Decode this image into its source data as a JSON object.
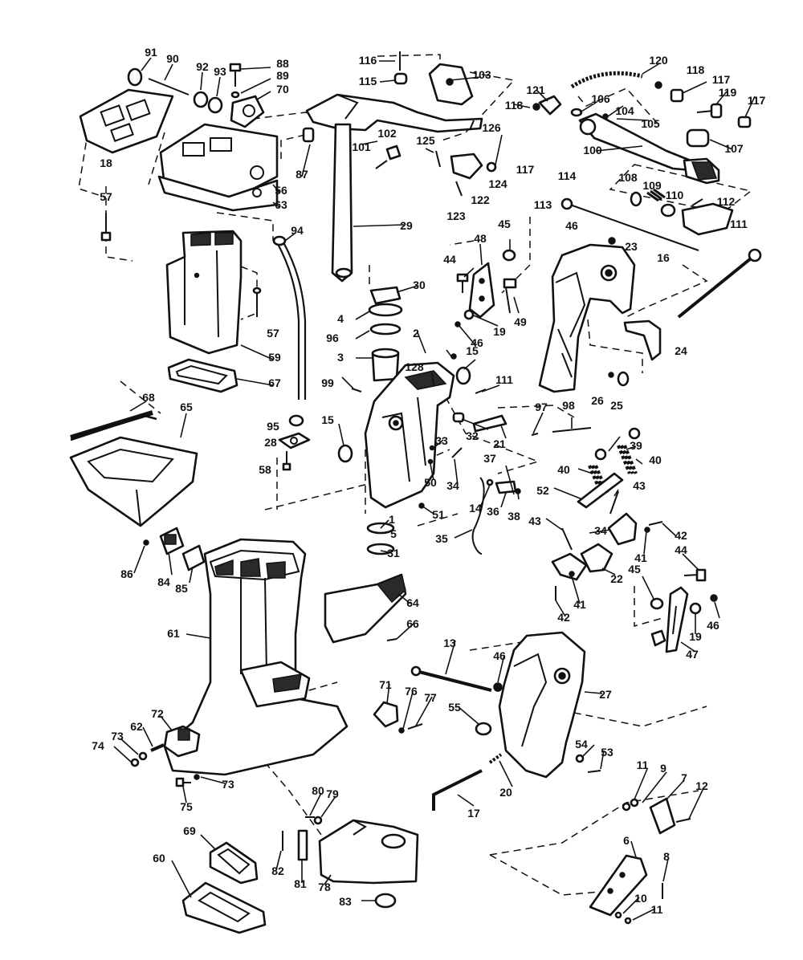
{
  "diagram": {
    "callouts": [
      {
        "id": "c91",
        "text": "91"
      },
      {
        "id": "c90",
        "text": "90"
      },
      {
        "id": "c92",
        "text": "92"
      },
      {
        "id": "c93",
        "text": "93"
      },
      {
        "id": "c88",
        "text": "88"
      },
      {
        "id": "c89",
        "text": "89"
      },
      {
        "id": "c70",
        "text": "70"
      },
      {
        "id": "c18",
        "text": "18"
      },
      {
        "id": "c87",
        "text": "87"
      },
      {
        "id": "c56",
        "text": "56"
      },
      {
        "id": "c63",
        "text": "63"
      },
      {
        "id": "c57a",
        "text": "57"
      },
      {
        "id": "c57b",
        "text": "57"
      },
      {
        "id": "c94",
        "text": "94"
      },
      {
        "id": "c59",
        "text": "59"
      },
      {
        "id": "c67",
        "text": "67"
      },
      {
        "id": "c68",
        "text": "68"
      },
      {
        "id": "c65",
        "text": "65"
      },
      {
        "id": "c95",
        "text": "95"
      },
      {
        "id": "c28",
        "text": "28"
      },
      {
        "id": "c58",
        "text": "58"
      },
      {
        "id": "c116",
        "text": "116"
      },
      {
        "id": "c115",
        "text": "115"
      },
      {
        "id": "c103",
        "text": "103"
      },
      {
        "id": "c120",
        "text": "120"
      },
      {
        "id": "c118a",
        "text": "118"
      },
      {
        "id": "c121",
        "text": "121"
      },
      {
        "id": "c118b",
        "text": "118"
      },
      {
        "id": "c117a",
        "text": "117"
      },
      {
        "id": "c119",
        "text": "119"
      },
      {
        "id": "c117b",
        "text": "117"
      },
      {
        "id": "c106",
        "text": "106"
      },
      {
        "id": "c104",
        "text": "104"
      },
      {
        "id": "c105",
        "text": "105"
      },
      {
        "id": "c100",
        "text": "100"
      },
      {
        "id": "c107",
        "text": "107"
      },
      {
        "id": "c102",
        "text": "102"
      },
      {
        "id": "c101",
        "text": "101"
      },
      {
        "id": "c126",
        "text": "126"
      },
      {
        "id": "c125",
        "text": "125"
      },
      {
        "id": "c117c",
        "text": "117"
      },
      {
        "id": "c124",
        "text": "124"
      },
      {
        "id": "c122",
        "text": "122"
      },
      {
        "id": "c123",
        "text": "123"
      },
      {
        "id": "c29",
        "text": "29"
      },
      {
        "id": "c114",
        "text": "114"
      },
      {
        "id": "c108",
        "text": "108"
      },
      {
        "id": "c109",
        "text": "109"
      },
      {
        "id": "c110",
        "text": "110"
      },
      {
        "id": "c112",
        "text": "112"
      },
      {
        "id": "c113",
        "text": "113"
      },
      {
        "id": "c111a",
        "text": "111"
      },
      {
        "id": "c46a",
        "text": "46"
      },
      {
        "id": "c23",
        "text": "23"
      },
      {
        "id": "c16",
        "text": "16"
      },
      {
        "id": "c48",
        "text": "48"
      },
      {
        "id": "c45a",
        "text": "45"
      },
      {
        "id": "c44a",
        "text": "44"
      },
      {
        "id": "c30",
        "text": "30"
      },
      {
        "id": "c4",
        "text": "4"
      },
      {
        "id": "c49",
        "text": "49"
      },
      {
        "id": "c19a",
        "text": "19"
      },
      {
        "id": "c46b",
        "text": "46"
      },
      {
        "id": "c96",
        "text": "96"
      },
      {
        "id": "c2",
        "text": "2"
      },
      {
        "id": "c15a",
        "text": "15"
      },
      {
        "id": "c3",
        "text": "3"
      },
      {
        "id": "c128",
        "text": "128"
      },
      {
        "id": "c111b",
        "text": "111"
      },
      {
        "id": "c24",
        "text": "24"
      },
      {
        "id": "c26",
        "text": "26"
      },
      {
        "id": "c25",
        "text": "25"
      },
      {
        "id": "c99",
        "text": "99"
      },
      {
        "id": "c15b",
        "text": "15"
      },
      {
        "id": "c32",
        "text": "32"
      },
      {
        "id": "c97",
        "text": "97"
      },
      {
        "id": "c98",
        "text": "98"
      },
      {
        "id": "c21",
        "text": "21"
      },
      {
        "id": "c33",
        "text": "33"
      },
      {
        "id": "c39",
        "text": "39"
      },
      {
        "id": "c40a",
        "text": "40"
      },
      {
        "id": "c40b",
        "text": "40"
      },
      {
        "id": "c37",
        "text": "37"
      },
      {
        "id": "c50",
        "text": "50"
      },
      {
        "id": "c34a",
        "text": "34"
      },
      {
        "id": "c52",
        "text": "52"
      },
      {
        "id": "c43a",
        "text": "43"
      },
      {
        "id": "c14",
        "text": "14"
      },
      {
        "id": "c36",
        "text": "36"
      },
      {
        "id": "c38",
        "text": "38"
      },
      {
        "id": "c51",
        "text": "51"
      },
      {
        "id": "c1",
        "text": "1"
      },
      {
        "id": "c5",
        "text": "5"
      },
      {
        "id": "c31",
        "text": "31"
      },
      {
        "id": "c35",
        "text": "35"
      },
      {
        "id": "c43b",
        "text": "43"
      },
      {
        "id": "c34b",
        "text": "34"
      },
      {
        "id": "c42a",
        "text": "42"
      },
      {
        "id": "c41a",
        "text": "41"
      },
      {
        "id": "c44b",
        "text": "44"
      },
      {
        "id": "c22",
        "text": "22"
      },
      {
        "id": "c45b",
        "text": "45"
      },
      {
        "id": "c41b",
        "text": "41"
      },
      {
        "id": "c42b",
        "text": "42"
      },
      {
        "id": "c46c",
        "text": "46"
      },
      {
        "id": "c19b",
        "text": "19"
      },
      {
        "id": "c47",
        "text": "47"
      },
      {
        "id": "c86",
        "text": "86"
      },
      {
        "id": "c84",
        "text": "84"
      },
      {
        "id": "c85",
        "text": "85"
      },
      {
        "id": "c64",
        "text": "64"
      },
      {
        "id": "c66",
        "text": "66"
      },
      {
        "id": "c61",
        "text": "61"
      },
      {
        "id": "c13",
        "text": "13"
      },
      {
        "id": "c46d",
        "text": "46"
      },
      {
        "id": "c27",
        "text": "27"
      },
      {
        "id": "c71",
        "text": "71"
      },
      {
        "id": "c76",
        "text": "76"
      },
      {
        "id": "c77",
        "text": "77"
      },
      {
        "id": "c55",
        "text": "55"
      },
      {
        "id": "c72",
        "text": "72"
      },
      {
        "id": "c62",
        "text": "62"
      },
      {
        "id": "c73a",
        "text": "73"
      },
      {
        "id": "c74",
        "text": "74"
      },
      {
        "id": "c73b",
        "text": "73"
      },
      {
        "id": "c75",
        "text": "75"
      },
      {
        "id": "c54",
        "text": "54"
      },
      {
        "id": "c53",
        "text": "53"
      },
      {
        "id": "c20",
        "text": "20"
      },
      {
        "id": "c11a",
        "text": "11"
      },
      {
        "id": "c9",
        "text": "9"
      },
      {
        "id": "c7",
        "text": "7"
      },
      {
        "id": "c12",
        "text": "12"
      },
      {
        "id": "c17",
        "text": "17"
      },
      {
        "id": "c80",
        "text": "80"
      },
      {
        "id": "c79",
        "text": "79"
      },
      {
        "id": "c69",
        "text": "69"
      },
      {
        "id": "c60",
        "text": "60"
      },
      {
        "id": "c82",
        "text": "82"
      },
      {
        "id": "c81",
        "text": "81"
      },
      {
        "id": "c78",
        "text": "78"
      },
      {
        "id": "c83",
        "text": "83"
      },
      {
        "id": "c6",
        "text": "6"
      },
      {
        "id": "c8",
        "text": "8"
      },
      {
        "id": "c10",
        "text": "10"
      },
      {
        "id": "c11b",
        "text": "11"
      }
    ]
  }
}
